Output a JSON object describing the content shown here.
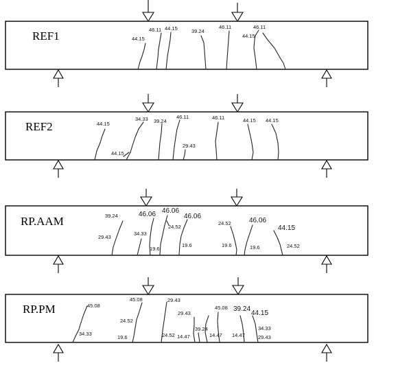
{
  "beams": [
    {
      "name": "REF1",
      "load_labels": [
        "44.15",
        "46.11",
        "44.15",
        "39.24",
        "46.11",
        "44.15",
        "46.11"
      ]
    },
    {
      "name": "REF2",
      "load_labels": [
        "44.15",
        "34.33",
        "44.15",
        "39.24",
        "46.11",
        "29.43",
        "46.11",
        "44.15",
        "44.15"
      ]
    },
    {
      "name": "RP.AAM",
      "load_labels": [
        "39.24",
        "46.06",
        "46.06",
        "29.43",
        "34.33",
        "24.52",
        "19.6",
        "46.06",
        "19.6",
        "24.52",
        "46.06",
        "19.6",
        "19.6",
        "44.15",
        "24.52"
      ]
    },
    {
      "name": "RP.PM",
      "load_labels": [
        "45.08",
        "45.08",
        "29.43",
        "24.52",
        "29.43",
        "34.33",
        "19.6",
        "24.52",
        "14.47",
        "39.24",
        "45.08",
        "14.47",
        "39.24",
        "14.47",
        "44.15",
        "34.33",
        "29.43"
      ]
    }
  ],
  "icons": {
    "load_arrow": "down-arrow-icon",
    "support_arrow": "up-arrow-icon"
  }
}
